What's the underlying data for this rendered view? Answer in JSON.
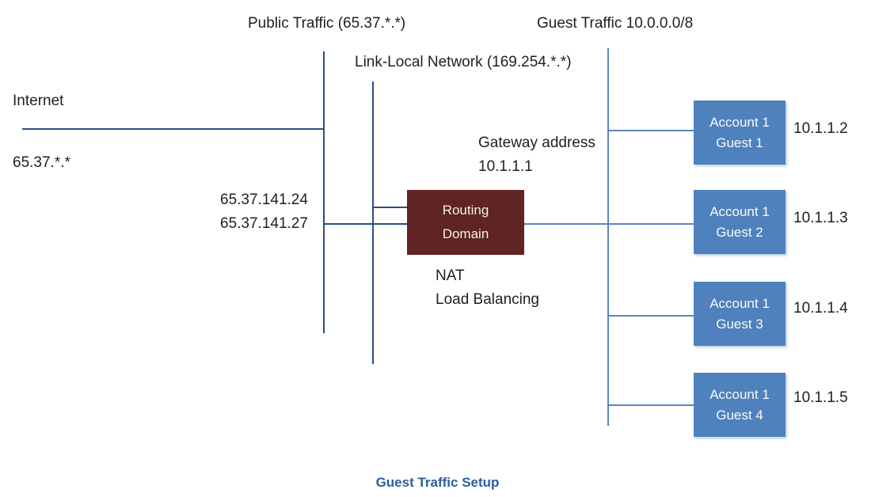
{
  "diagram": {
    "title_caption": "Guest Traffic Setup",
    "labels": {
      "public_traffic": "Public Traffic (65.37.*.*)",
      "guest_traffic": "Guest Traffic 10.0.0.0/8",
      "link_local": "Link-Local Network (169.254.*.*)",
      "internet": "Internet",
      "internet_ip": "65.37.*.*",
      "public_ip_1": "65.37.141.24",
      "public_ip_2": "65.37.141.27",
      "gateway_line1": "Gateway address",
      "gateway_line2": "10.1.1.1",
      "nat": "NAT",
      "load_balancing": "Load Balancing"
    },
    "routing_domain": {
      "line1": "Routing",
      "line2": "Domain"
    },
    "guests": [
      {
        "line1": "Account 1",
        "line2": "Guest 1",
        "ip": "10.1.1.2"
      },
      {
        "line1": "Account 1",
        "line2": "Guest 2",
        "ip": "10.1.1.3"
      },
      {
        "line1": "Account 1",
        "line2": "Guest 3",
        "ip": "10.1.1.4"
      },
      {
        "line1": "Account 1",
        "line2": "Guest 4",
        "ip": "10.1.1.5"
      }
    ],
    "colors": {
      "guest_box": "#4F81BD",
      "routing_box": "#5F2423",
      "public_side_line": "#2A4E80",
      "guest_side_line": "#5C86BD",
      "caption_text": "#2E5D9E",
      "label_text": "#1F1F1F"
    }
  }
}
